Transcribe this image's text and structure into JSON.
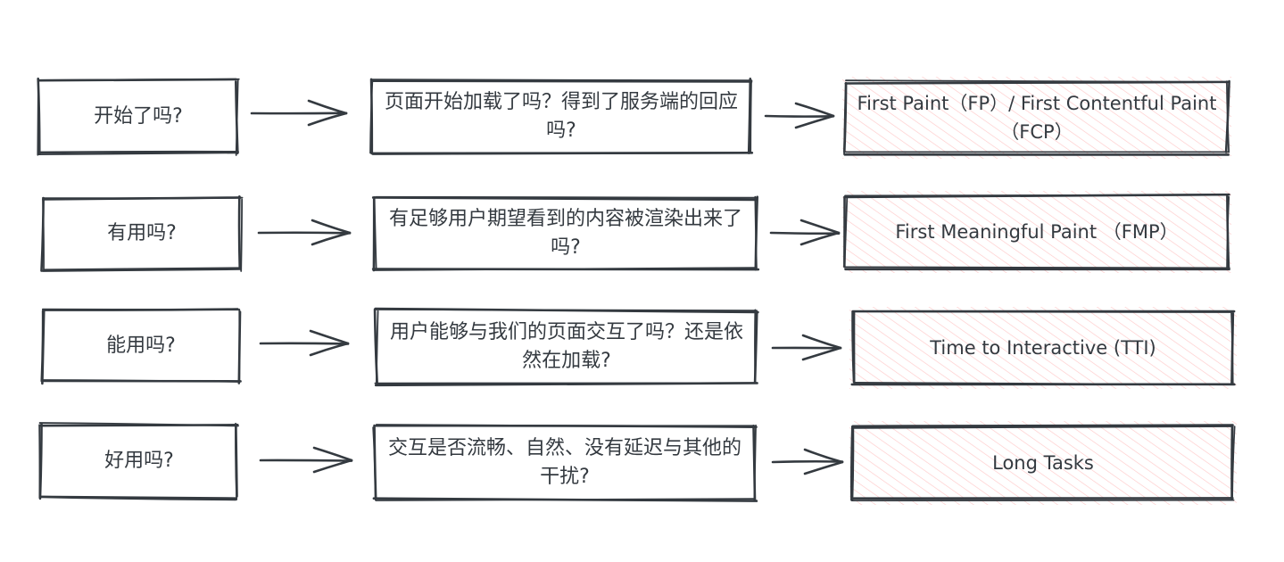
{
  "colors": {
    "stroke": "#343a40",
    "hatch": "#ffc9c9",
    "background": "#ffffff",
    "text": "#343a40"
  },
  "rows": [
    {
      "question": "开始了吗?",
      "description": "页面开始加载了吗？得到了服务端的回应吗?",
      "metric": "First Paint（FP）/ First Contentful Paint（FCP）"
    },
    {
      "question": "有用吗?",
      "description": "有足够用户期望看到的内容被渲染出来了吗?",
      "metric": "First Meaningful Paint （FMP）"
    },
    {
      "question": "能用吗?",
      "description": "用户能够与我们的页面交互了吗？还是依然在加载?",
      "metric": "Time to Interactive (TTI)"
    },
    {
      "question": "好用吗?",
      "description": "交互是否流畅、自然、没有延迟与其他的干扰?",
      "metric": "Long Tasks"
    }
  ]
}
